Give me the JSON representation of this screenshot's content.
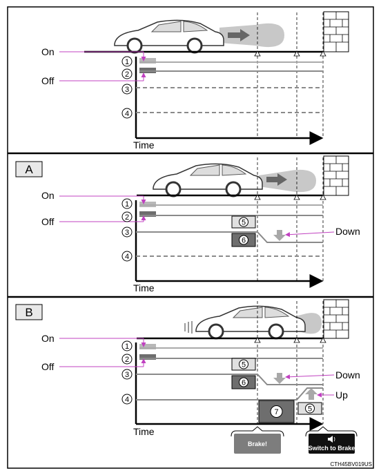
{
  "section_a_label": "A",
  "section_b_label": "B",
  "labels": {
    "on": "On",
    "off": "Off",
    "time": "Time",
    "down": "Down",
    "up": "Up"
  },
  "circle_numbers": [
    "1",
    "2",
    "3",
    "4",
    "5",
    "6",
    "7"
  ],
  "buttons": {
    "brake": "Brake!",
    "switch_to_brake": "Switch to Brake"
  },
  "footer_code": "CTH45BV019US",
  "colors": {
    "border": "#000000",
    "line_light": "#b5b5b5",
    "line_dark": "#8a8a8a",
    "box_dark": "#6e6e6e",
    "box_light": "#e0e0e0",
    "brake_button": "#7d7d7d",
    "switch_button": "#111111",
    "on_off_pointer": "#c040c0"
  },
  "icons": [
    "car-icon",
    "headlight-beam-icon",
    "brick-wall-icon",
    "speaker-icon"
  ]
}
